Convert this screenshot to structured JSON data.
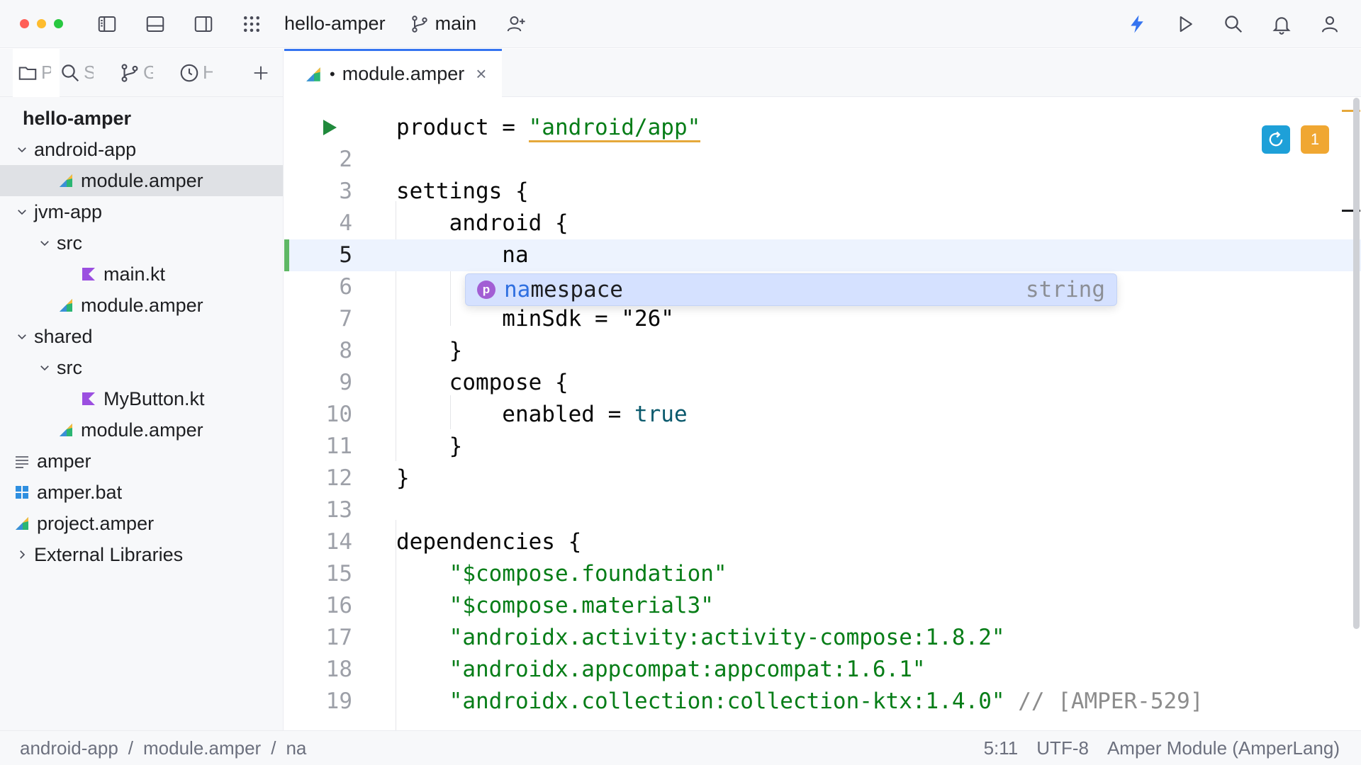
{
  "titlebar": {
    "project": "hello-amper",
    "branch": "main",
    "colors": {
      "close": "#ff5f57",
      "minimize": "#febc2e",
      "zoom": "#28c840",
      "accent": "#3574f0"
    }
  },
  "left_panel": {
    "tabs": [
      {
        "label": "Project",
        "icon": "folder-icon"
      },
      {
        "label": "Search",
        "icon": "search-icon"
      },
      {
        "label": "Git",
        "icon": "branch-icon"
      },
      {
        "label": "History",
        "icon": "clock-icon"
      }
    ],
    "tree": {
      "root": "hello-amper",
      "items": [
        {
          "label": "android-app",
          "depth": 0,
          "chevron": "down",
          "icon": "none"
        },
        {
          "label": "module.amper",
          "depth": 1,
          "chevron": "none",
          "icon": "amper-icon",
          "selected": true
        },
        {
          "label": "jvm-app",
          "depth": 0,
          "chevron": "down",
          "icon": "none"
        },
        {
          "label": "src",
          "depth": 1,
          "chevron": "down",
          "icon": "none"
        },
        {
          "label": "main.kt",
          "depth": 2,
          "chevron": "none",
          "icon": "kotlin-icon"
        },
        {
          "label": "module.amper",
          "depth": 1,
          "chevron": "none",
          "icon": "amper-icon"
        },
        {
          "label": "shared",
          "depth": 0,
          "chevron": "down",
          "icon": "none"
        },
        {
          "label": "src",
          "depth": 1,
          "chevron": "down",
          "icon": "none"
        },
        {
          "label": "MyButton.kt",
          "depth": 2,
          "chevron": "none",
          "icon": "kotlin-icon"
        },
        {
          "label": "module.amper",
          "depth": 1,
          "chevron": "none",
          "icon": "amper-icon"
        },
        {
          "label": "amper",
          "depth": 0,
          "chevron": "none",
          "icon": "text-file-icon",
          "rootlevel": true
        },
        {
          "label": "amper.bat",
          "depth": 0,
          "chevron": "none",
          "icon": "windows-icon",
          "rootlevel": true
        },
        {
          "label": "project.amper",
          "depth": 0,
          "chevron": "none",
          "icon": "amper-icon",
          "rootlevel": true
        },
        {
          "label": "External Libraries",
          "depth": 0,
          "chevron": "right",
          "icon": "none"
        }
      ]
    }
  },
  "editor": {
    "tab": {
      "modified_dot": "•",
      "label": "module.amper",
      "close": "×"
    },
    "inspection_count": "1",
    "lines": [
      {
        "n": "",
        "run": true,
        "segments": [
          {
            "t": "product = ",
            "c": ""
          },
          {
            "t": "\"android/app\"",
            "c": "str underline"
          }
        ]
      },
      {
        "n": "2",
        "segments": []
      },
      {
        "n": "3",
        "segments": [
          {
            "t": "settings {",
            "c": ""
          }
        ]
      },
      {
        "n": "4",
        "segments": [
          {
            "t": "    android {",
            "c": ""
          }
        ]
      },
      {
        "n": "5",
        "current": true,
        "segments": [
          {
            "t": "        na",
            "c": ""
          }
        ]
      },
      {
        "n": "6",
        "segments": []
      },
      {
        "n": "7",
        "segments": [
          {
            "t": "        minSdk = ",
            "c": ""
          },
          {
            "t": "\"26\"",
            "c": ""
          }
        ]
      },
      {
        "n": "8",
        "segments": [
          {
            "t": "    }",
            "c": ""
          }
        ]
      },
      {
        "n": "9",
        "segments": [
          {
            "t": "    compose {",
            "c": ""
          }
        ]
      },
      {
        "n": "10",
        "segments": [
          {
            "t": "        enabled = ",
            "c": ""
          },
          {
            "t": "true",
            "c": "kw"
          }
        ]
      },
      {
        "n": "11",
        "segments": [
          {
            "t": "    }",
            "c": ""
          }
        ]
      },
      {
        "n": "12",
        "segments": [
          {
            "t": "}",
            "c": ""
          }
        ]
      },
      {
        "n": "13",
        "segments": []
      },
      {
        "n": "14",
        "segments": [
          {
            "t": "dependencies {",
            "c": ""
          }
        ]
      },
      {
        "n": "15",
        "segments": [
          {
            "t": "    ",
            "c": ""
          },
          {
            "t": "\"$compose.foundation\"",
            "c": "str"
          }
        ]
      },
      {
        "n": "16",
        "segments": [
          {
            "t": "    ",
            "c": ""
          },
          {
            "t": "\"$compose.material3\"",
            "c": "str"
          }
        ]
      },
      {
        "n": "17",
        "segments": [
          {
            "t": "    ",
            "c": ""
          },
          {
            "t": "\"androidx.activity:activity-compose:1.8.2\"",
            "c": "str"
          }
        ]
      },
      {
        "n": "18",
        "segments": [
          {
            "t": "    ",
            "c": ""
          },
          {
            "t": "\"androidx.appcompat:appcompat:1.6.1\"",
            "c": "str"
          }
        ]
      },
      {
        "n": "19",
        "segments": [
          {
            "t": "    ",
            "c": ""
          },
          {
            "t": "\"androidx.collection:collection-ktx:1.4.0\"",
            "c": "str"
          },
          {
            "t": " // [AMPER-529]",
            "c": "cmt"
          }
        ]
      }
    ],
    "completion": {
      "badge": "p",
      "match": "na",
      "rest": "mespace",
      "type": "string"
    }
  },
  "statusbar": {
    "breadcrumbs": [
      "android-app",
      "/",
      "module.amper",
      "/",
      "na"
    ],
    "position": "5:11",
    "encoding": "UTF-8",
    "file_type": "Amper Module (AmperLang)"
  }
}
